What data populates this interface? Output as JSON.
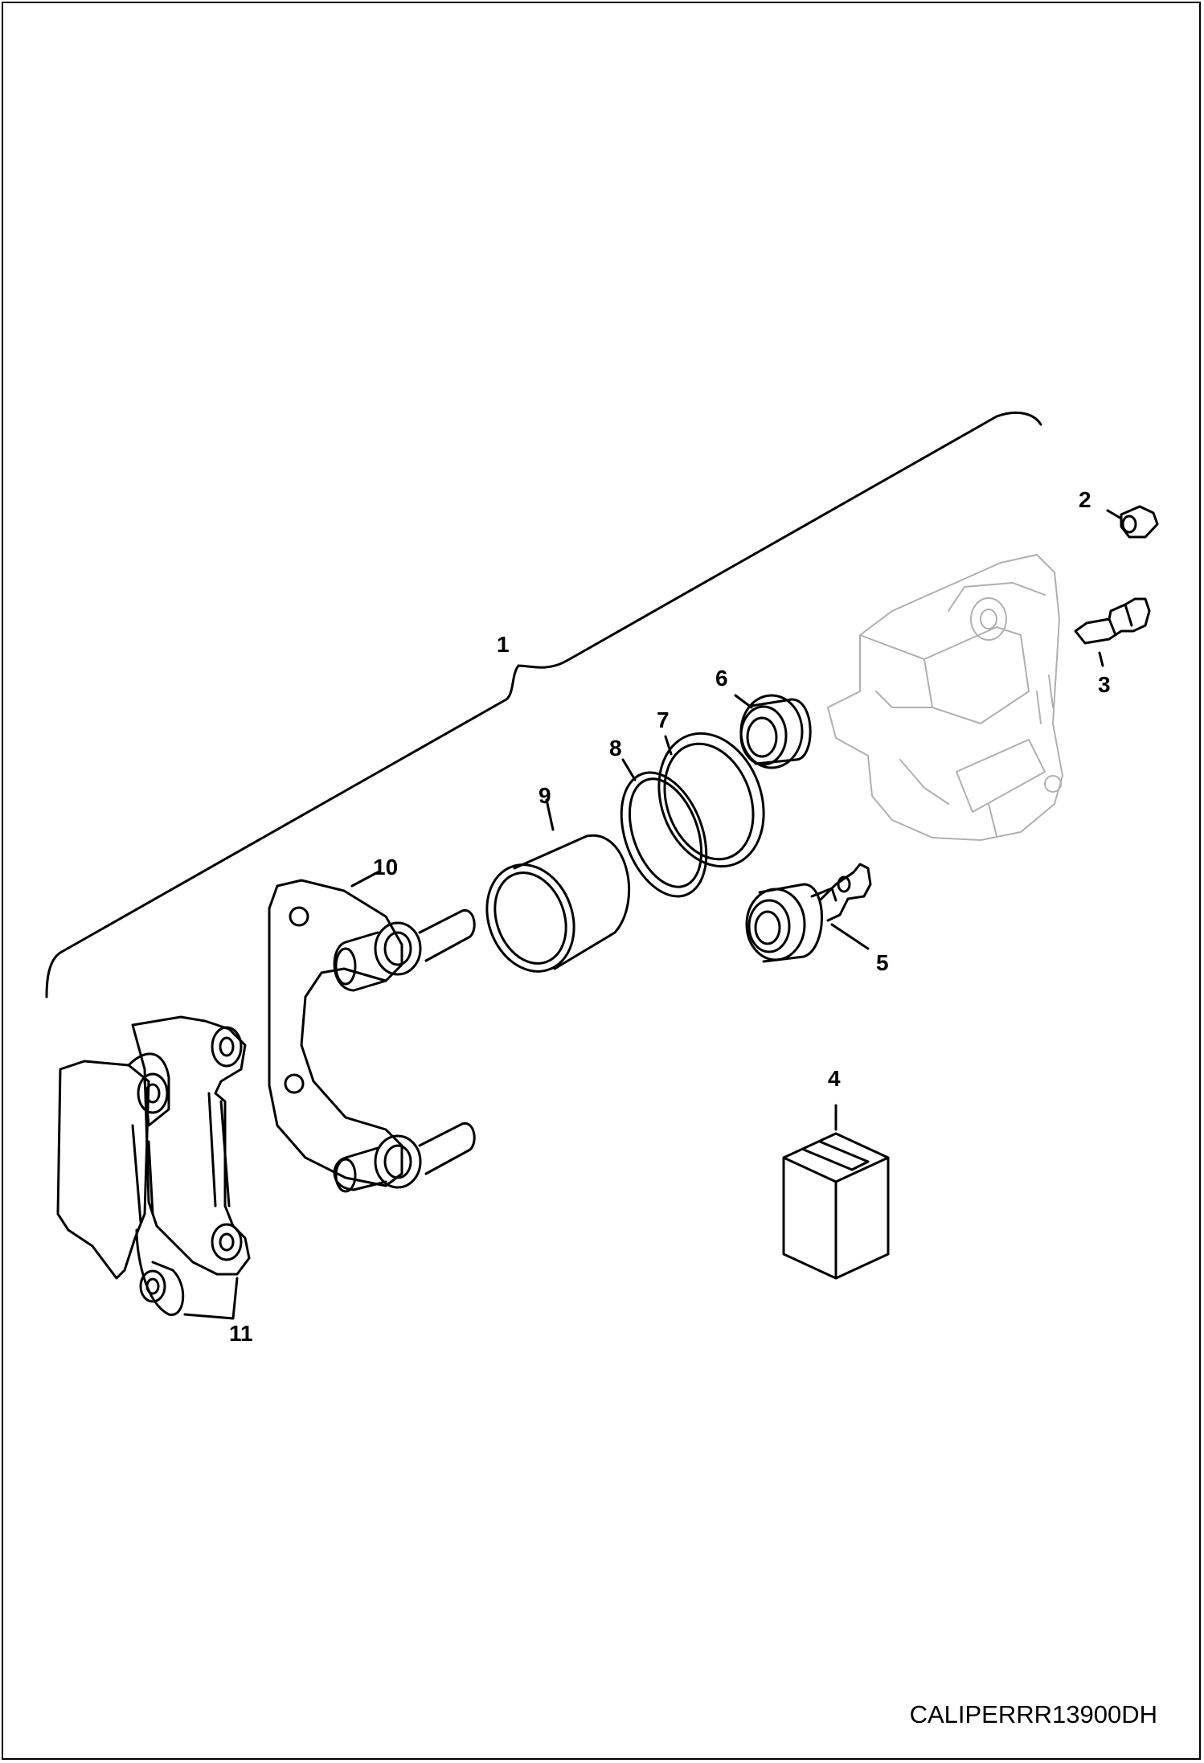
{
  "drawing_code": "CALIPERRR13900DH",
  "callouts": [
    "1",
    "2",
    "3",
    "4",
    "5",
    "6",
    "7",
    "8",
    "9",
    "10",
    "11"
  ],
  "colors": {
    "line": "#000000",
    "ghost": "#b0b0b0",
    "background": "#ffffff"
  }
}
